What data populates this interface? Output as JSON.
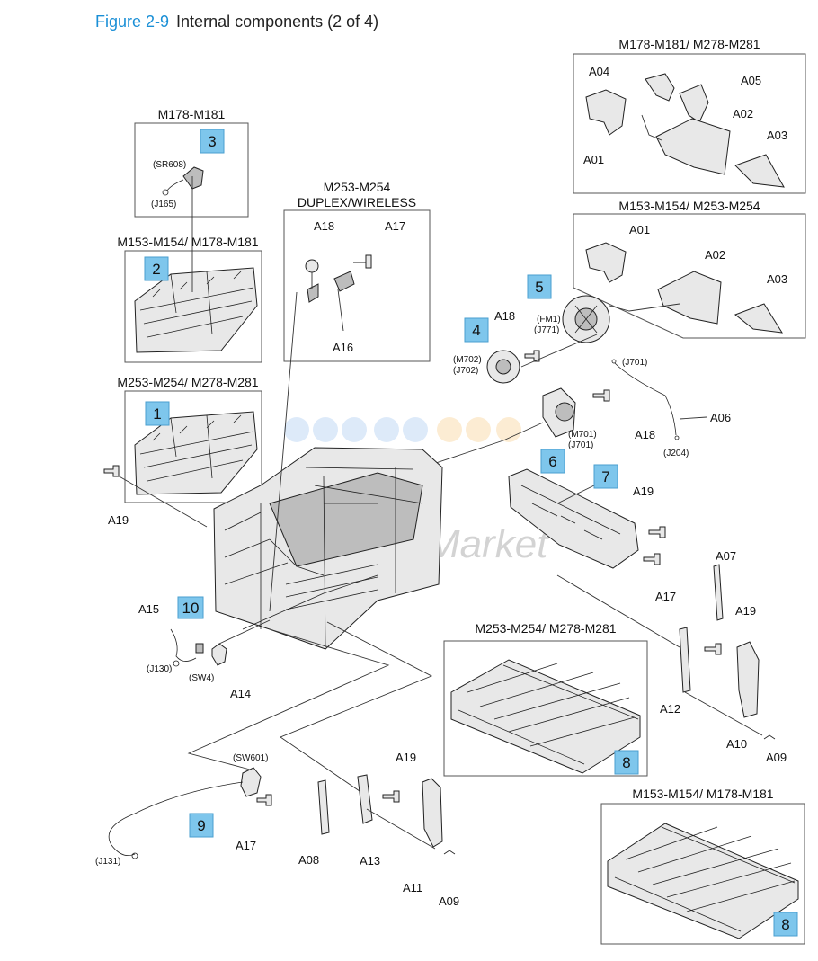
{
  "caption": {
    "figure": "Figure 2-9",
    "title": "Internal components (2 of 4)"
  },
  "box_titles": {
    "fuser_m178": "M178-M181",
    "fuser_m153": "M153-M154/ M178-M181",
    "fuser_m253": "M253-M254/ M278-M281",
    "duplex": "M253-M254",
    "duplex2": "DUPLEX/WIRELESS",
    "top_right_a": "M178-M181/ M278-M281",
    "top_right_b": "M153-M154/ M253-M254",
    "tray_a": "M253-M254/ M278-M281",
    "tray_b": "M153-M154/ M178-M181"
  },
  "callouts": {
    "c1": "1",
    "c2": "2",
    "c3": "3",
    "c4": "4",
    "c5": "5",
    "c6": "6",
    "c7": "7",
    "c8a": "8",
    "c8b": "8",
    "c9": "9",
    "c10": "10"
  },
  "labels": {
    "sr608": "(SR608)",
    "j165": "(J165)",
    "a18_dup": "A18",
    "a17_dup": "A17",
    "a16": "A16",
    "a04": "A04",
    "a05": "A05",
    "a02_top": "A02",
    "a01_top": "A01",
    "a03_top": "A03",
    "a01_mid": "A01",
    "a02_mid": "A02",
    "a03_mid": "A03",
    "fm1": "(FM1)",
    "j771": "(J771)",
    "a18_motor": "A18",
    "m702": "(M702)",
    "j702": "(J702)",
    "j701_top": "(J701)",
    "a06": "A06",
    "m701": "(M701)",
    "j701": "(J701)",
    "a18_6": "A18",
    "j204": "(J204)",
    "a19_left": "A19",
    "a19_7": "A19",
    "a17_7": "A17",
    "a07": "A07",
    "a19_right": "A19",
    "a12": "A12",
    "a10": "A10",
    "a09_right": "A09",
    "a15": "A15",
    "j130": "(J130)",
    "sw4": "(SW4)",
    "a14": "A14",
    "sw601": "(SW601)",
    "a17_9": "A17",
    "j131": "(J131)",
    "a19_bottom": "A19",
    "a08": "A08",
    "a13": "A13",
    "a11": "A11",
    "a09_bottom": "A09"
  },
  "watermark": "Parts Market",
  "colors": {
    "callout_fill": "#7ec6ec",
    "caption_blue": "#1a8fd6"
  }
}
